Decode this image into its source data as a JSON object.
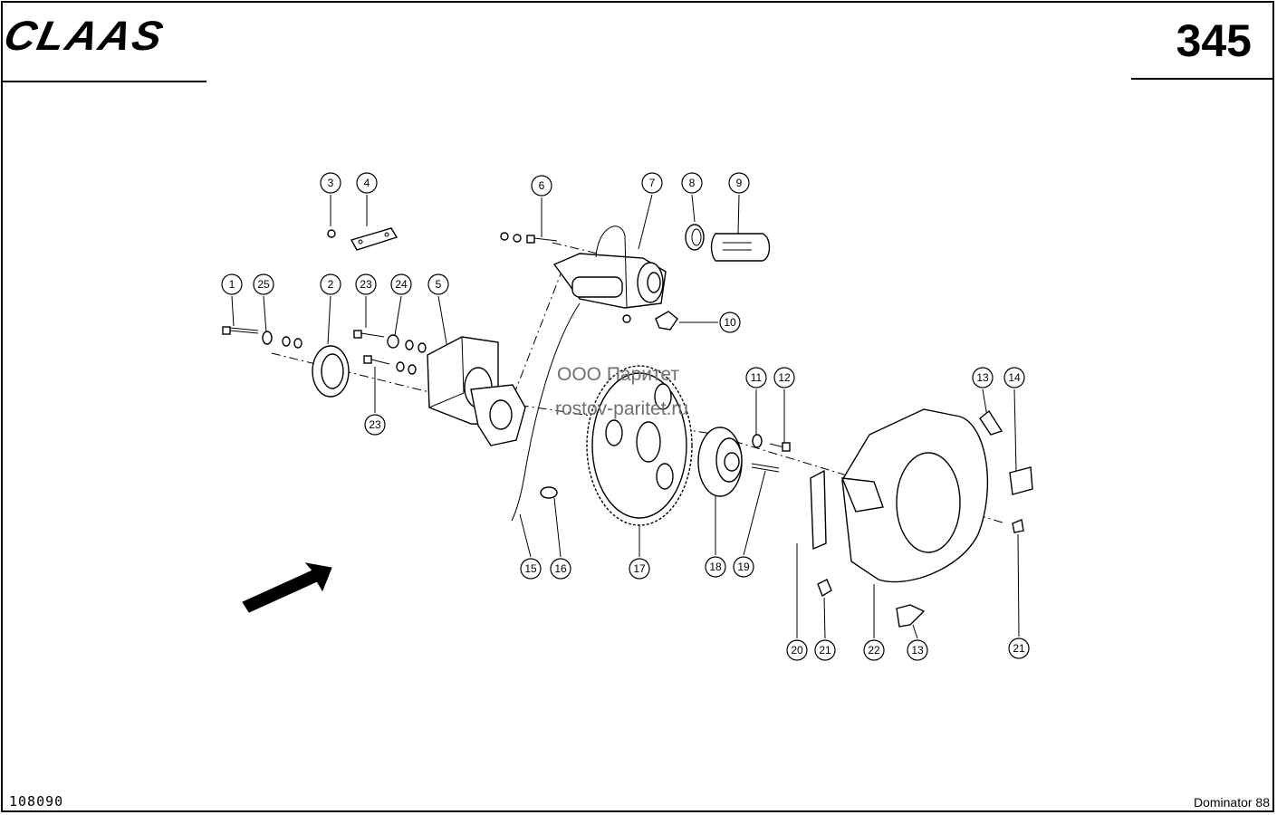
{
  "header": {
    "brand": "CLAAS",
    "page_number": "345"
  },
  "footer": {
    "drawing_number": "108090",
    "model": "Dominator 88"
  },
  "watermark": {
    "line1": "ООО Паритет",
    "line2": "rostov-paritet.ru"
  },
  "callouts": [
    "3",
    "4",
    "6",
    "7",
    "8",
    "9",
    "1",
    "25",
    "2",
    "23",
    "24",
    "5",
    "10",
    "11",
    "12",
    "13",
    "14",
    "23",
    "15",
    "16",
    "17",
    "18",
    "19",
    "20",
    "21",
    "22",
    "13",
    "21"
  ]
}
